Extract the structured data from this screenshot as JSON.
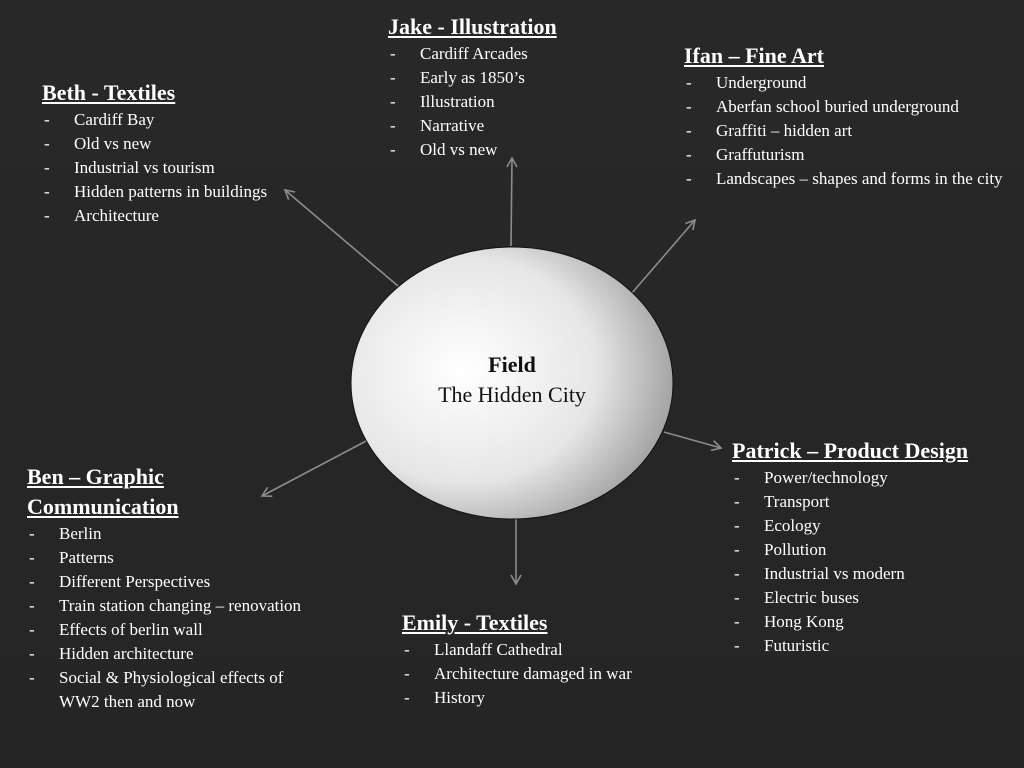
{
  "hub": {
    "title": "Field",
    "subtitle": "The Hidden City"
  },
  "nodes": {
    "jake": {
      "heading": "Jake - Illustration",
      "items": [
        "Cardiff Arcades",
        "Early as 1850’s",
        "Illustration",
        "Narrative",
        "Old vs new"
      ]
    },
    "ifan": {
      "heading": "Ifan – Fine Art",
      "items": [
        "Underground",
        "Aberfan school buried underground",
        "Graffiti – hidden art",
        "Graffuturism",
        "Landscapes – shapes and forms in the city"
      ]
    },
    "beth": {
      "heading": "Beth - Textiles",
      "items": [
        "Cardiff Bay",
        "Old vs new",
        "Industrial vs tourism",
        "Hidden patterns in buildings",
        "Architecture"
      ]
    },
    "patrick": {
      "heading": "Patrick – Product Design",
      "items": [
        "Power/technology",
        "Transport",
        "Ecology",
        "Pollution",
        "Industrial vs modern",
        "Electric buses",
        "Hong Kong",
        "Futuristic"
      ]
    },
    "ben": {
      "heading": "Ben – Graphic Communication",
      "items": [
        "Berlin",
        "Patterns",
        "Different Perspectives",
        "Train station changing – renovation",
        "Effects of berlin wall",
        "Hidden architecture",
        "Social & Physiological effects of WW2 then and now"
      ]
    },
    "emily": {
      "heading": "Emily - Textiles",
      "items": [
        "Llandaff Cathedral",
        "Architecture damaged in war",
        "History"
      ]
    }
  },
  "bullet": "-",
  "colors": {
    "background": "#262626",
    "text": "#ffffff",
    "connector": "#8c8c8c",
    "hub_light": "#f4f4f4",
    "hub_dark": "#8a8a8a"
  }
}
